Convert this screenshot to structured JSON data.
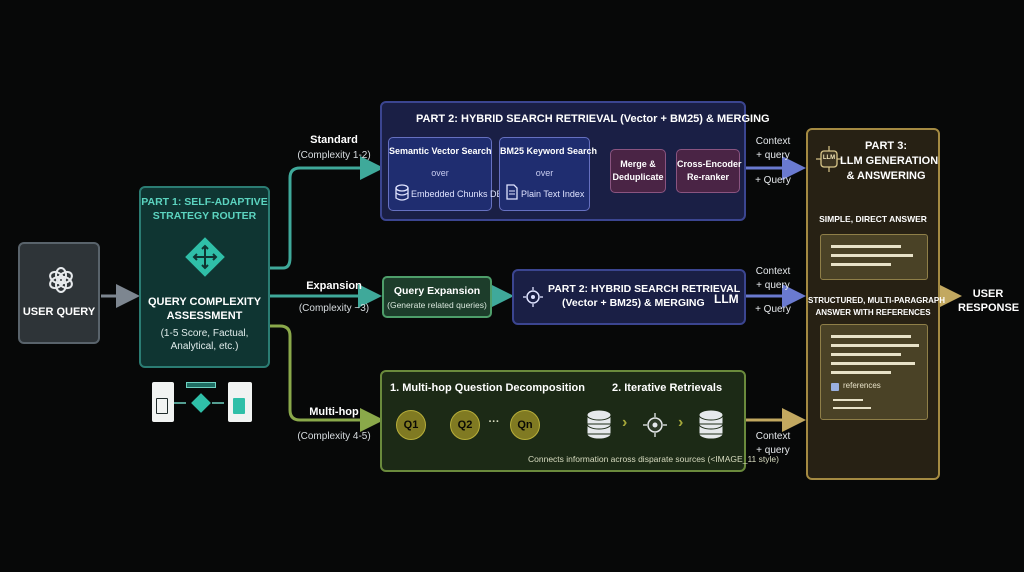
{
  "user_query": {
    "label": "USER QUERY"
  },
  "part1": {
    "title_line1": "PART 1: SELF-ADAPTIVE",
    "title_line2": "STRATEGY ROUTER",
    "assess_line1": "QUERY COMPLEXITY",
    "assess_line2": "ASSESSMENT",
    "detail_line1": "(1-5 Score, Factual,",
    "detail_line2": "Analytical, etc.)"
  },
  "routes": {
    "standard": {
      "label": "Standard",
      "complexity": "(Complexity 1-2)"
    },
    "expansion": {
      "label": "Expansion",
      "complexity": "(Complexity ~3)"
    },
    "multihop": {
      "label": "Multi-hop",
      "complexity": "(Complexity 4-5)"
    }
  },
  "part2_top": {
    "title": "PART 2: HYBRID SEARCH RETRIEVAL (Vector + BM25) & MERGING",
    "vector": {
      "title": "Semantic Vector Search",
      "over": "over",
      "source": "Embedded Chunks DB"
    },
    "bm25": {
      "title": "BM25 Keyword Search",
      "over": "over",
      "source": "Plain Text Index"
    },
    "merge_line1": "Merge &",
    "merge_line2": "Deduplicate",
    "rerank_line1": "Cross-Encoder",
    "rerank_line2": "Re-ranker"
  },
  "expansion_box": {
    "title": "Query Expansion",
    "subtitle": "(Generate related queries)"
  },
  "part2_mid": {
    "title_line1": "PART 2: HYBRID SEARCH RETRIEVAL",
    "title_line2": "(Vector + BM25) & MERGING",
    "llm": "LLM"
  },
  "multihop_box": {
    "step1": "1. Multi-hop Question Decomposition",
    "step2": "2. Iterative Retrievals",
    "q1": "Q1",
    "q2": "Q2",
    "dots": "···",
    "qn": "Qn",
    "note": "Connects information across disparate sources (<IMAGE_11 style)"
  },
  "connectors": {
    "top_context": "Context",
    "top_query1": "+ query",
    "top_query2": "+ Query",
    "mid_context": "Context",
    "mid_query1": "+ query",
    "mid_query2": "+ Query",
    "bot_context": "Context",
    "bot_query": "+ query"
  },
  "part3": {
    "title_line1": "PART 3:",
    "title_line2": "LLM GENERATION",
    "title_line3": "& ANSWERING",
    "llm_badge": "LLM",
    "simple": "SIMPLE, DIRECT ANSWER",
    "structured_line1": "STRUCTURED, MULTI-PARAGRAPH",
    "structured_line2": "ANSWER WITH REFERENCES",
    "references": "references"
  },
  "user_response": {
    "line1": "USER",
    "line2": "RESPONSE"
  },
  "colors": {
    "teal": "#3fa99a",
    "green": "#8aa84a",
    "blue": "#4a5caa",
    "gold": "#c2a860",
    "gray": "#7d8690"
  }
}
